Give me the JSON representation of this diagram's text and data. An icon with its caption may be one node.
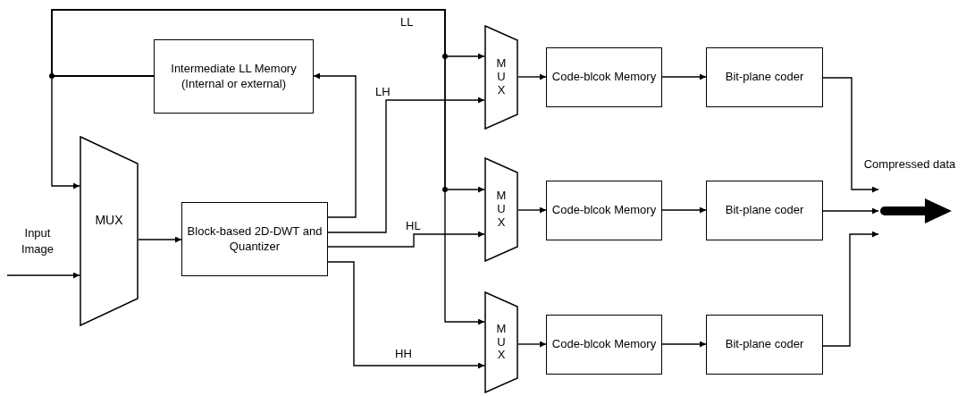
{
  "diagram": {
    "nodes": [
      {
        "text": [
          "Intermediate LL Memory (Internal or external)"
        ]
      },
      {
        "text": [
          "MUX"
        ]
      },
      {
        "text": [
          "Block-based 2D-DWT and Quantizer"
        ]
      },
      {
        "text": [
          "MUX"
        ]
      },
      {
        "text": [
          "MUX"
        ]
      },
      {
        "text": [
          "MUX"
        ]
      },
      {
        "text": [
          "Code-blcok Memory"
        ]
      },
      {
        "text": [
          "Code-blcok Memory"
        ]
      },
      {
        "text": [
          "Code-blcok Memory"
        ]
      },
      {
        "text": [
          "Bit-plane coder"
        ]
      },
      {
        "text": [
          "Bit-plane coder"
        ]
      },
      {
        "text": [
          "Bit-plane coder"
        ]
      }
    ],
    "edges": [
      {
        "from": 2,
        "to": 0,
        "arrow": "to"
      },
      {
        "from": 0,
        "to": 1,
        "arrow": "to"
      },
      {
        "from": 0,
        "to": 3,
        "arrow": "to",
        "label": "LL"
      },
      {
        "from": 0,
        "to": 4,
        "arrow": "to"
      },
      {
        "from": 0,
        "to": 5,
        "arrow": "to"
      },
      {
        "from": null,
        "to": 1,
        "arrow": "to"
      },
      {
        "from": 1,
        "to": 2,
        "arrow": "to"
      },
      {
        "from": 2,
        "to": 3,
        "arrow": "to",
        "label": "LH"
      },
      {
        "from": 2,
        "to": 4,
        "arrow": "to",
        "label": "HL"
      },
      {
        "from": 2,
        "to": 5,
        "arrow": "to",
        "label": "HH"
      },
      {
        "from": 3,
        "to": 6,
        "arrow": "to"
      },
      {
        "from": 4,
        "to": 7,
        "arrow": "to"
      },
      {
        "from": 5,
        "to": 8,
        "arrow": "to"
      },
      {
        "from": 6,
        "to": 9,
        "arrow": "to"
      },
      {
        "from": 7,
        "to": 10,
        "arrow": "to"
      },
      {
        "from": 8,
        "to": 11,
        "arrow": "to"
      },
      {
        "from": 9,
        "to": null,
        "arrow": "to"
      },
      {
        "from": 10,
        "to": null,
        "arrow": "to"
      },
      {
        "from": 11,
        "to": null,
        "arrow": "to"
      }
    ],
    "labels": [
      "Input Image",
      "Compressed data"
    ]
  }
}
